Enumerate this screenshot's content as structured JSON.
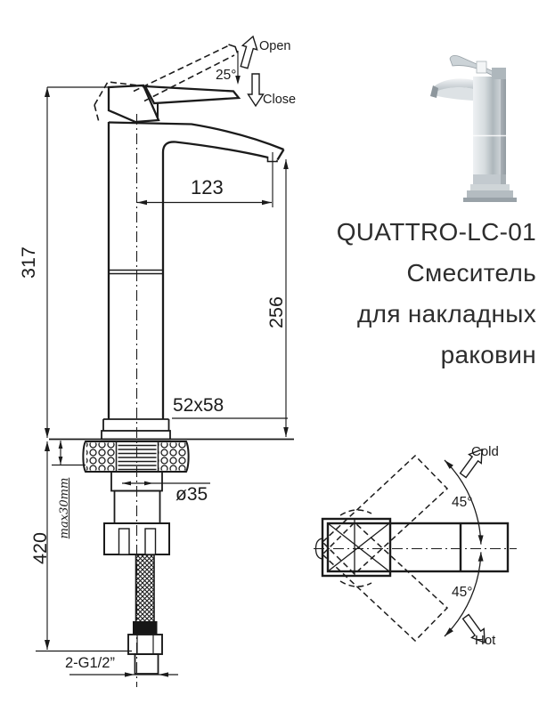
{
  "product": {
    "code": "QUATTRO-LC-01",
    "name": "Смеситель",
    "type_line1": "для накладных",
    "type_line2": "раковин"
  },
  "dims": {
    "total_height": "317",
    "spout_reach": "123",
    "outlet_height": "256",
    "below_counter": "420",
    "body_section": "52x58",
    "shank_diameter": "ø35",
    "max_counter_thickness": "max30mm",
    "thread": "2-G1/2”",
    "handle_angle": "25°",
    "swing_top": "45°",
    "swing_bottom": "45°"
  },
  "labels": {
    "open": "Open",
    "close": "Close",
    "cold": "Cold",
    "hot": "Hot"
  },
  "colors": {
    "line_ink": "#1b1b1b",
    "title_text": "#2d2d2d",
    "chrome_light": "#eef1f3",
    "chrome_dark": "#97a0a6"
  }
}
